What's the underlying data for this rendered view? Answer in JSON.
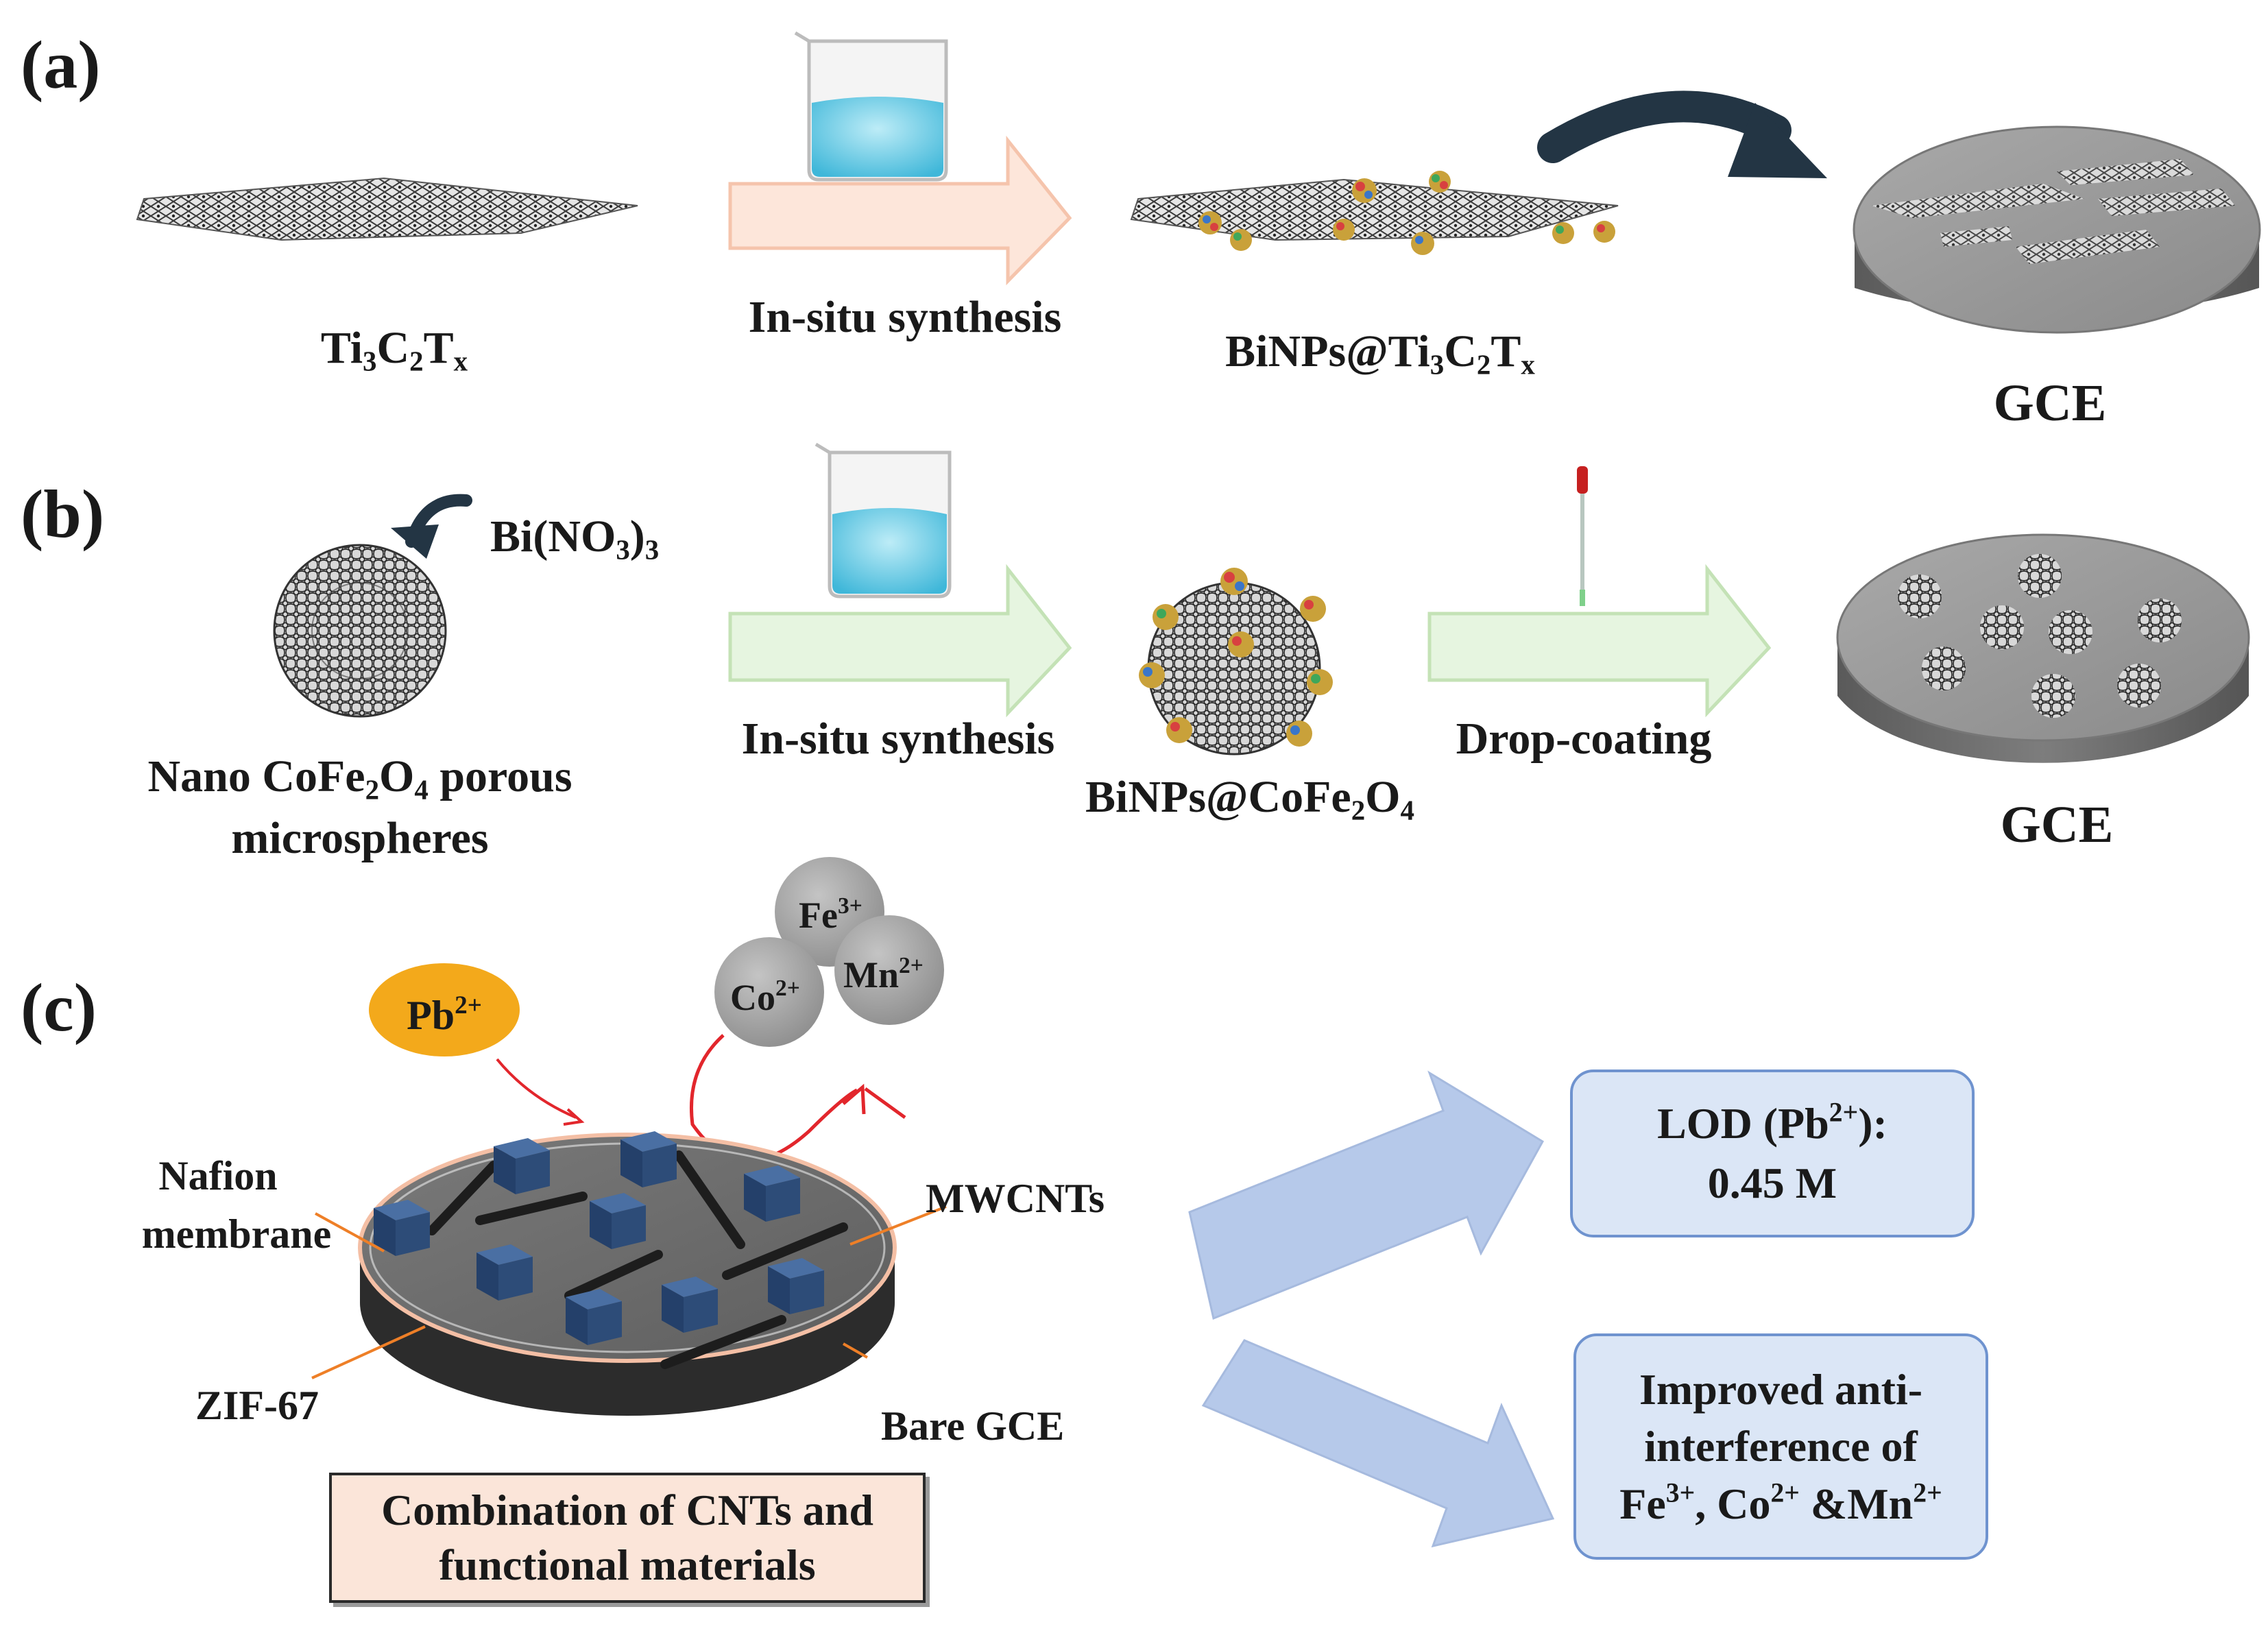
{
  "panels": {
    "a": "(a)",
    "b": "(b)",
    "c": "(c)"
  },
  "row_a": {
    "material": {
      "main": "Ti",
      "s1": "3",
      "mid": "C",
      "s2": "2",
      "end": "T",
      "s3": "x"
    },
    "step": "In-situ synthesis",
    "product": {
      "pre": "BiNPs@Ti",
      "s1": "3",
      "mid": "C",
      "s2": "2",
      "end": "T",
      "s3": "x"
    },
    "electrode": "GCE"
  },
  "row_b": {
    "reagent": {
      "pre": "Bi(NO",
      "s1": "3",
      "mid": ")",
      "s2": "3"
    },
    "material": {
      "l1pre": "Nano CoFe",
      "s1": "2",
      "l1mid": "O",
      "s2": "4",
      "l1end": " porous",
      "l2": "microspheres"
    },
    "step": "In-situ synthesis",
    "product": {
      "pre": "BiNPs@CoFe",
      "s1": "2",
      "mid": "O",
      "s2": "4"
    },
    "step2": "Drop-coating",
    "electrode": "GCE"
  },
  "row_c": {
    "pb_ion": {
      "base": "Pb",
      "sup": "2+"
    },
    "ions": {
      "fe": {
        "base": "Fe",
        "sup": "3+"
      },
      "co": {
        "base": "Co",
        "sup": "2+"
      },
      "mn": {
        "base": "Mn",
        "sup": "2+"
      }
    },
    "labels": {
      "nafion": "Nafion",
      "membrane": "membrane",
      "zif": "ZIF-67",
      "mwcnts": "MWCNTs",
      "bare_gce": "Bare GCE"
    },
    "caption_l1": "Combination of CNTs and",
    "caption_l2": "functional materials",
    "lod": {
      "pre": "LOD (Pb",
      "sup": "2+",
      "post": "):",
      "value": "0.45 M"
    },
    "interference": {
      "l1": "Improved anti-",
      "l2": "interference of",
      "fe": "Fe",
      "fe_sup": "3+",
      "co": ", Co",
      "co_sup": "2+",
      "mn": " &Mn",
      "mn_sup": "2+"
    }
  },
  "colors": {
    "arrow_peach": "#fde6da",
    "arrow_peach_edge": "#f5c4ac",
    "arrow_green": "#e6f5e0",
    "arrow_green_edge": "#c4e2b6",
    "arrow_blue": "#b6c9ea",
    "curved_arrow": "#233544",
    "pb_ion": "#f3a91b",
    "grey_ion": "#a4a4a4",
    "cube": "#2d4c78",
    "caption_box": "#fbe5d9",
    "result_box": "#dbe6f6",
    "result_box_edge": "#6f93cf",
    "red_path": "#e2262c",
    "orange_leader": "#ee7f27"
  }
}
